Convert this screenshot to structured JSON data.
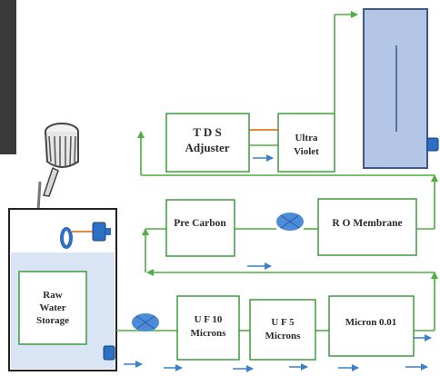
{
  "diagram": {
    "boxes": {
      "tds": {
        "lines": [
          "T D S",
          "Adjuster"
        ]
      },
      "uv": {
        "lines": [
          "Ultra",
          "Violet"
        ]
      },
      "pre_carbon": {
        "lines": [
          "Pre Carbon"
        ]
      },
      "ro": {
        "lines": [
          "R O Membrane"
        ]
      },
      "raw": {
        "lines": [
          "Raw",
          "Water",
          "Storage"
        ]
      },
      "uf10": {
        "lines": [
          "U F 10",
          "Microns"
        ]
      },
      "uf5": {
        "lines": [
          "U F 5",
          "Microns"
        ]
      },
      "micron": {
        "lines": [
          "Micron 0.01"
        ]
      }
    },
    "colors": {
      "box_border": "#3f9a3f",
      "flow_line": "#4caf3f",
      "blue_arrow": "#3b7fd1",
      "orange_line": "#e98a3a",
      "tank_fill": "#b3c6e6",
      "tank_border": "#3d5a8a",
      "valve": "#4d8bd9",
      "outlet": "#2e6fc6"
    },
    "icons": [
      "faucet-icon",
      "valve-icon",
      "outlet-nozzle-icon",
      "storage-tank-icon"
    ]
  }
}
